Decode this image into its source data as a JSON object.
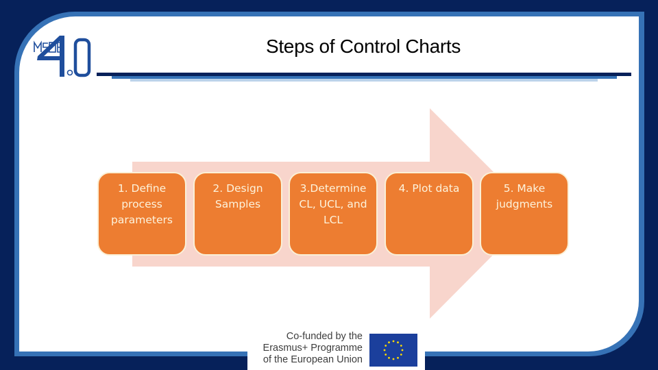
{
  "slide": {
    "title": "Steps of Control Charts",
    "colors": {
      "navy": "#06215a",
      "border_blue": "#3672b6",
      "light_blue": "#bcd3ea",
      "arrow_pink": "#f8d5cc",
      "step_orange": "#ed7d31",
      "step_text": "#fdf3dc"
    }
  },
  "logo": {
    "text": "MSIE 4.0",
    "icon": "msie-4-0-logo"
  },
  "steps": [
    {
      "label": "1. Define process parameters",
      "lines": [
        "1. Define",
        "process",
        "parameters"
      ]
    },
    {
      "label": "2. Design Samples",
      "lines": [
        "2. Design",
        "Samples"
      ]
    },
    {
      "label": "3.Determine CL, UCL, and LCL",
      "lines": [
        "3.Determine",
        "CL, UCL, and",
        "LCL"
      ]
    },
    {
      "label": "4. Plot data",
      "lines": [
        "4. Plot data"
      ]
    },
    {
      "label": "5. Make judgments",
      "lines": [
        "5. Make",
        "judgments"
      ]
    }
  ],
  "footer": {
    "line1": "Co-funded by the",
    "line2": "Erasmus+ Programme",
    "line3": "of the European Union",
    "flag_icon": "eu-flag"
  }
}
